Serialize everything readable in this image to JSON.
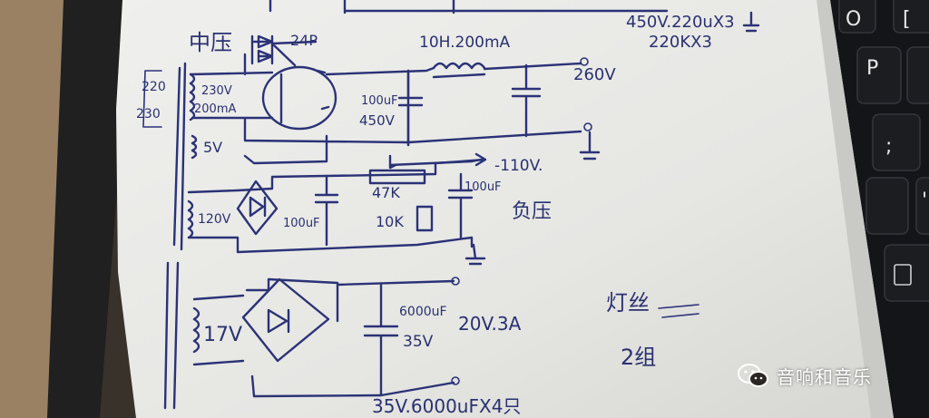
{
  "notes": {
    "top_right_1": "450V.220uX3",
    "top_right_2": "220KX3",
    "title_left": "中压",
    "zener": "24P",
    "choke": "10H.200mA",
    "out_hv": "260V",
    "tap_ac1": "220",
    "tap_ac2": "230",
    "sec_hv": "230V",
    "sec_hv_current": "200mA",
    "cap_hv_value": "100uF",
    "cap_hv_voltage": "450V",
    "sec_5v": "5V",
    "out_bias": "-110V.",
    "pot": "47K",
    "res": "10K",
    "cap_bias1": "100uF",
    "cap_bias2": "100uF",
    "bias_label": "负压",
    "sec_120v": "120V",
    "sec_17v": "17V",
    "cap_lv_value": "6000uF",
    "cap_lv_voltage": "35V",
    "out_lv": "20V.3A",
    "heater_label": "灯丝",
    "groups": "2组",
    "bottom_note": "35V.6000uFX4只"
  },
  "keyboard": {
    "key_o": "O",
    "key_p": "P",
    "key_semicolon": ";",
    "key_bracket": "[",
    "key_quote": "'"
  },
  "watermark": {
    "text": "音响和音乐",
    "icon": "wechat-icon"
  }
}
